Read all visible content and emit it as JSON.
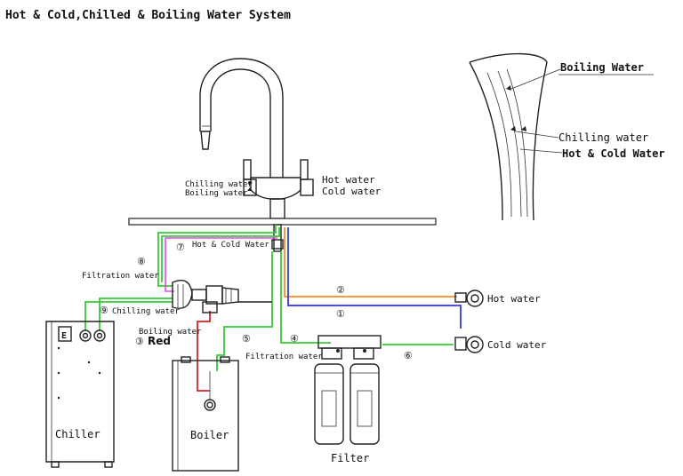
{
  "title": "Hot & Cold,Chilled & Boiling Water System",
  "labels": {
    "boiling_water_inset": "Boiling Water",
    "chilling_water_inset": "Chilling water",
    "hot_cold_water_inset": "Hot & Cold Water",
    "chilling_water_tap": "Chilling water",
    "boiling_water_tap": "Boiling water",
    "hot_water_tap": "Hot water",
    "cold_water_tap": "Cold water",
    "hot_cold_water_line": "Hot & Cold Water",
    "filtration_water_left": "Filtration water",
    "chilling_water_line": "Chilling water",
    "boiling_water_line": "Boiling water",
    "red": "Red",
    "filtration_water_bottom": "Filtration water",
    "hot_water_valve": "Hot water",
    "cold_water_valve": "Cold water",
    "chiller": "Chiller",
    "boiler": "Boiler",
    "filter": "Filter"
  },
  "numbers": [
    "①",
    "②",
    "③",
    "④",
    "⑤",
    "⑥",
    "⑦",
    "⑧",
    "⑨"
  ],
  "colors": {
    "green": "#33cc33",
    "orange": "#ff8c1a",
    "blue": "#3333ff",
    "magenta": "#ee44ee",
    "red": "#dd2222",
    "outline": "#222222"
  }
}
